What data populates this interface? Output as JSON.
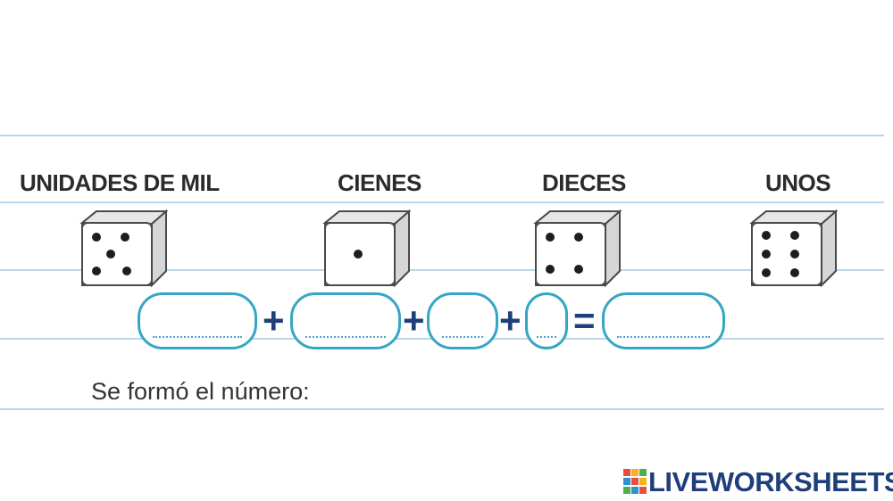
{
  "columns": [
    {
      "label": "UNIDADES DE MIL",
      "die_pips": 5
    },
    {
      "label": "CIENES",
      "die_pips": 1
    },
    {
      "label": "DIECES",
      "die_pips": 4
    },
    {
      "label": "UNOS",
      "die_pips": 6
    }
  ],
  "operators": {
    "plus_1": "+",
    "plus_2": "+",
    "plus_3": "+",
    "equals": "="
  },
  "prompt": "Se formó el número:",
  "brand": {
    "name": "LIVEWORKSHEETS"
  },
  "colors": {
    "rule_line": "#b8d7ea",
    "box_border": "#35a7c4",
    "operator": "#1f3f7a",
    "brand_text": "#1f3f7a"
  }
}
